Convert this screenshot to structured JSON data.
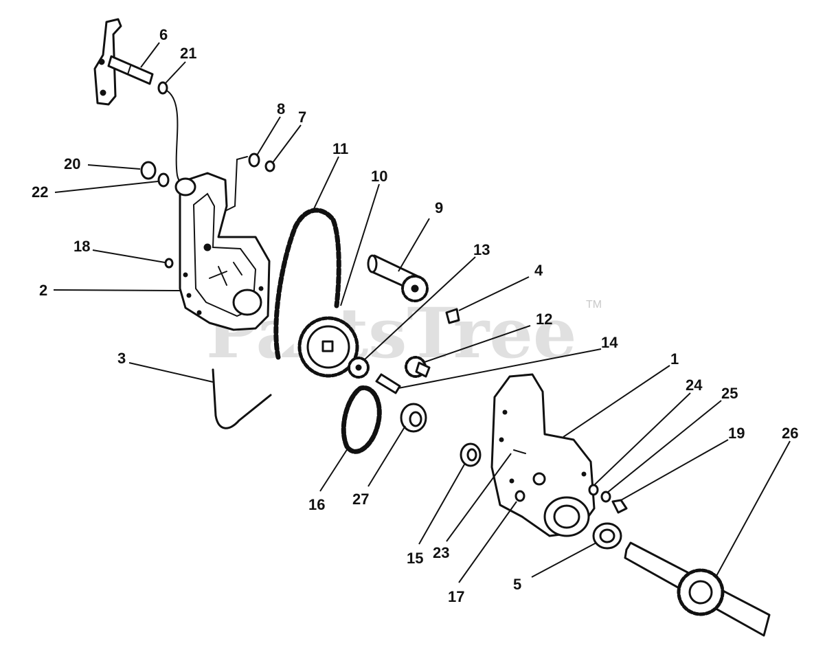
{
  "watermark": {
    "text": "PartsTree",
    "trademark": "TM"
  },
  "callouts": [
    {
      "id": "6",
      "label": "6"
    },
    {
      "id": "21",
      "label": "21"
    },
    {
      "id": "8",
      "label": "8"
    },
    {
      "id": "7",
      "label": "7"
    },
    {
      "id": "11",
      "label": "11"
    },
    {
      "id": "10",
      "label": "10"
    },
    {
      "id": "20",
      "label": "20"
    },
    {
      "id": "22",
      "label": "22"
    },
    {
      "id": "9",
      "label": "9"
    },
    {
      "id": "13",
      "label": "13"
    },
    {
      "id": "18",
      "label": "18"
    },
    {
      "id": "4",
      "label": "4"
    },
    {
      "id": "2",
      "label": "2"
    },
    {
      "id": "12",
      "label": "12"
    },
    {
      "id": "14",
      "label": "14"
    },
    {
      "id": "3",
      "label": "3"
    },
    {
      "id": "1",
      "label": "1"
    },
    {
      "id": "24",
      "label": "24"
    },
    {
      "id": "25",
      "label": "25"
    },
    {
      "id": "19",
      "label": "19"
    },
    {
      "id": "26",
      "label": "26"
    },
    {
      "id": "16",
      "label": "16"
    },
    {
      "id": "27",
      "label": "27"
    },
    {
      "id": "15",
      "label": "15"
    },
    {
      "id": "23",
      "label": "23"
    },
    {
      "id": "17",
      "label": "17"
    },
    {
      "id": "5",
      "label": "5"
    }
  ]
}
